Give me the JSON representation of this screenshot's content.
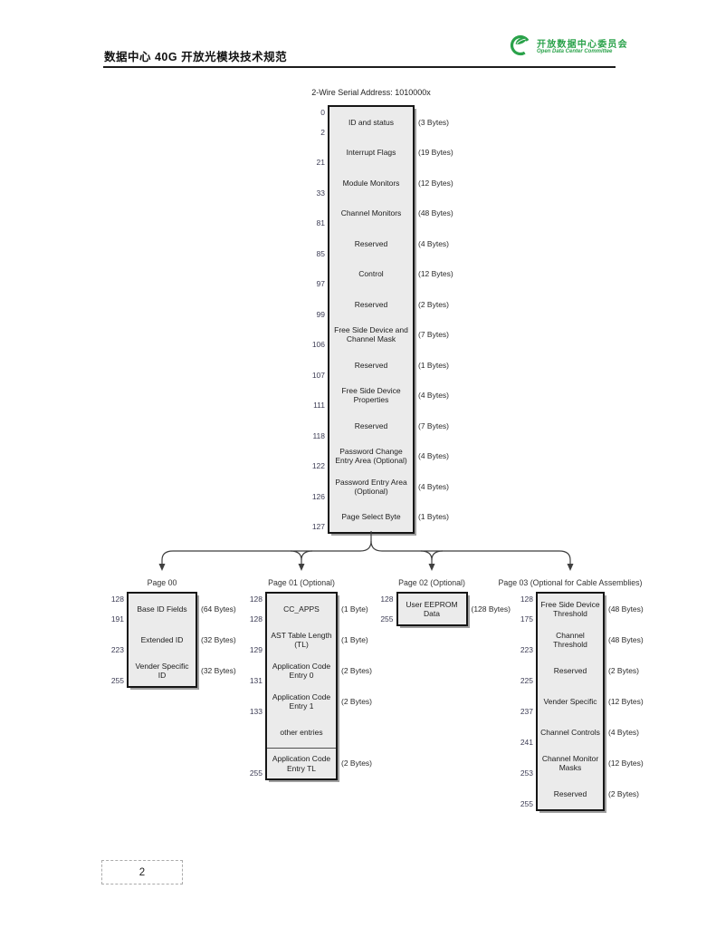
{
  "header": {
    "title": "数据中心 40G 开放光模块技术规范",
    "logo": {
      "icon": "odcc-logo-icon",
      "name_cn": "开放数据中心委员会",
      "name_en": "Open Data Center Committee"
    },
    "brand_green": "#2aa24a"
  },
  "diagram": {
    "serial_address_label": "2-Wire Serial Address: 1010000x",
    "lower_page": {
      "name": "lower-memory-map",
      "start_offset": "0",
      "rows": [
        {
          "label": "ID and status",
          "bytes": "(3 Bytes)",
          "end_offset": "2"
        },
        {
          "label": "Interrupt Flags",
          "bytes": "(19 Bytes)",
          "end_offset": "21"
        },
        {
          "label": "Module Monitors",
          "bytes": "(12 Bytes)",
          "end_offset": "33"
        },
        {
          "label": "Channel Monitors",
          "bytes": "(48 Bytes)",
          "end_offset": "81"
        },
        {
          "label": "Reserved",
          "bytes": "(4 Bytes)",
          "end_offset": "85"
        },
        {
          "label": "Control",
          "bytes": "(12 Bytes)",
          "end_offset": "97"
        },
        {
          "label": "Reserved",
          "bytes": "(2 Bytes)",
          "end_offset": "99"
        },
        {
          "label": "Free Side Device and Channel Mask",
          "bytes": "(7 Bytes)",
          "end_offset": "106"
        },
        {
          "label": "Reserved",
          "bytes": "(1 Bytes)",
          "end_offset": "107"
        },
        {
          "label": "Free Side Device Properties",
          "bytes": "(4 Bytes)",
          "end_offset": "111"
        },
        {
          "label": "Reserved",
          "bytes": "(7 Bytes)",
          "end_offset": "118"
        },
        {
          "label": "Password Change Entry Area (Optional)",
          "bytes": "(4 Bytes)",
          "end_offset": "122"
        },
        {
          "label": "Password Entry Area (Optional)",
          "bytes": "(4 Bytes)",
          "end_offset": "126"
        },
        {
          "label": "Page Select Byte",
          "bytes": "(1 Bytes)",
          "end_offset": "127"
        }
      ]
    },
    "upper_pages": [
      {
        "name": "page-00",
        "title": "Page 00",
        "start_offset": "128",
        "rows": [
          {
            "label": "Base ID Fields",
            "bytes": "(64 Bytes)",
            "end_offset": "191"
          },
          {
            "label": "Extended ID",
            "bytes": "(32 Bytes)",
            "end_offset": "223"
          },
          {
            "label": "Vender Specific ID",
            "bytes": "(32 Bytes)",
            "end_offset": "255"
          }
        ]
      },
      {
        "name": "page-01",
        "title": "Page 01 (Optional)",
        "start_offset": "128",
        "rows": [
          {
            "label": "CC_APPS",
            "bytes": "(1 Byte)",
            "end_offset": "128"
          },
          {
            "label": "AST Table Length (TL)",
            "bytes": "(1 Byte)",
            "end_offset": "129"
          },
          {
            "label": "Application Code Entry 0",
            "bytes": "(2 Bytes)",
            "end_offset": "131"
          },
          {
            "label": "Application Code Entry 1",
            "bytes": "(2 Bytes)",
            "end_offset": "133"
          },
          {
            "label": "other entries",
            "bytes": "",
            "end_offset": ""
          },
          {
            "label": "Application Code Entry TL",
            "bytes": "(2 Bytes)",
            "end_offset": "255"
          }
        ]
      },
      {
        "name": "page-02",
        "title": "Page 02 (Optional)",
        "start_offset": "128",
        "rows": [
          {
            "label": "User EEPROM Data",
            "bytes": "(128 Bytes)",
            "end_offset": "255"
          }
        ]
      },
      {
        "name": "page-03",
        "title": "Page 03 (Optional for Cable Assemblies)",
        "start_offset": "128",
        "rows": [
          {
            "label": "Free Side Device Threshold",
            "bytes": "(48 Bytes)",
            "end_offset": "175"
          },
          {
            "label": "Channel Threshold",
            "bytes": "(48 Bytes)",
            "end_offset": "223"
          },
          {
            "label": "Reserved",
            "bytes": "(2 Bytes)",
            "end_offset": "225"
          },
          {
            "label": "Vender Specific",
            "bytes": "(12 Bytes)",
            "end_offset": "237"
          },
          {
            "label": "Channel Controls",
            "bytes": "(4 Bytes)",
            "end_offset": "241"
          },
          {
            "label": "Channel Monitor Masks",
            "bytes": "(12 Bytes)",
            "end_offset": "253"
          },
          {
            "label": "Reserved",
            "bytes": "(2 Bytes)",
            "end_offset": "255"
          }
        ]
      }
    ]
  },
  "footer": {
    "page_number": "2"
  }
}
